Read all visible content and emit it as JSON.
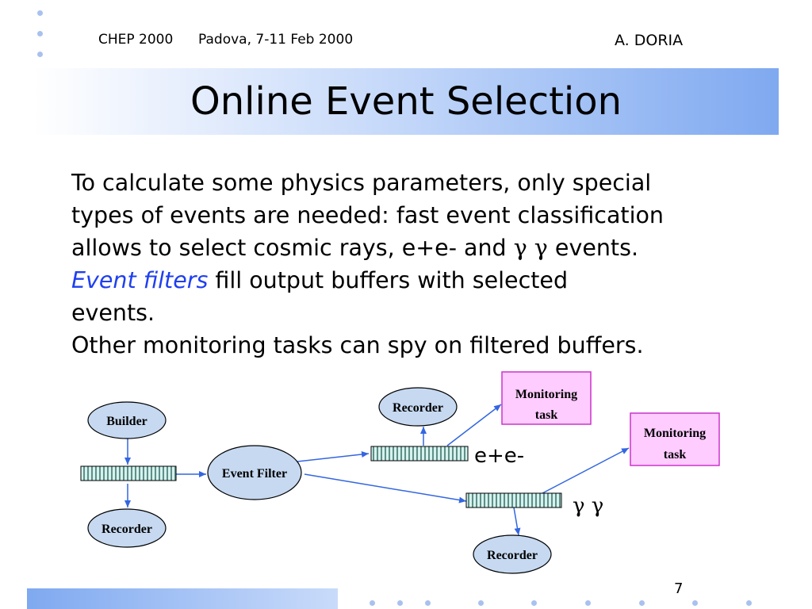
{
  "header": {
    "conference": "CHEP 2000",
    "location_date": "Padova, 7-11 Feb 2000",
    "author": "A. DORIA"
  },
  "slide": {
    "title": "Online Event Selection",
    "body": {
      "line1": "To calculate some physics parameters, only special",
      "line2": "types of events are needed: fast event classification",
      "line3_a": "allows to select cosmic rays, e+e- and ",
      "line3_gamma": "γ γ",
      "line3_b": "  events.",
      "line4_em": "Event filters",
      "line4_rest": " fill output buffers with selected",
      "line5": "events.",
      "line6": "Other monitoring tasks can spy on filtered buffers."
    },
    "page_number": "7"
  },
  "diagram": {
    "builder": "Builder",
    "event_filter": "Event Filter",
    "recorder_left": "Recorder",
    "recorder_top": "Recorder",
    "recorder_bottom": "Recorder",
    "monitoring_1_line1": "Monitoring",
    "monitoring_1_line2": "task",
    "monitoring_2_line1": "Monitoring",
    "monitoring_2_line2": "task",
    "ee_label": "e+e-",
    "gg_label": "γ γ"
  },
  "colors": {
    "title_band_start": "#ffffff",
    "title_band_end": "#7fa9f0",
    "node_fill": "#c6d9f1",
    "node_stroke": "#000000",
    "monitor_fill": "#ffccff",
    "monitor_stroke": "#cc33cc",
    "arrow": "#3366e0",
    "buffer_fill": "#b5e6e0",
    "emphasis_text": "#1f3ff0",
    "decor_dot": "#a9c1ef"
  }
}
